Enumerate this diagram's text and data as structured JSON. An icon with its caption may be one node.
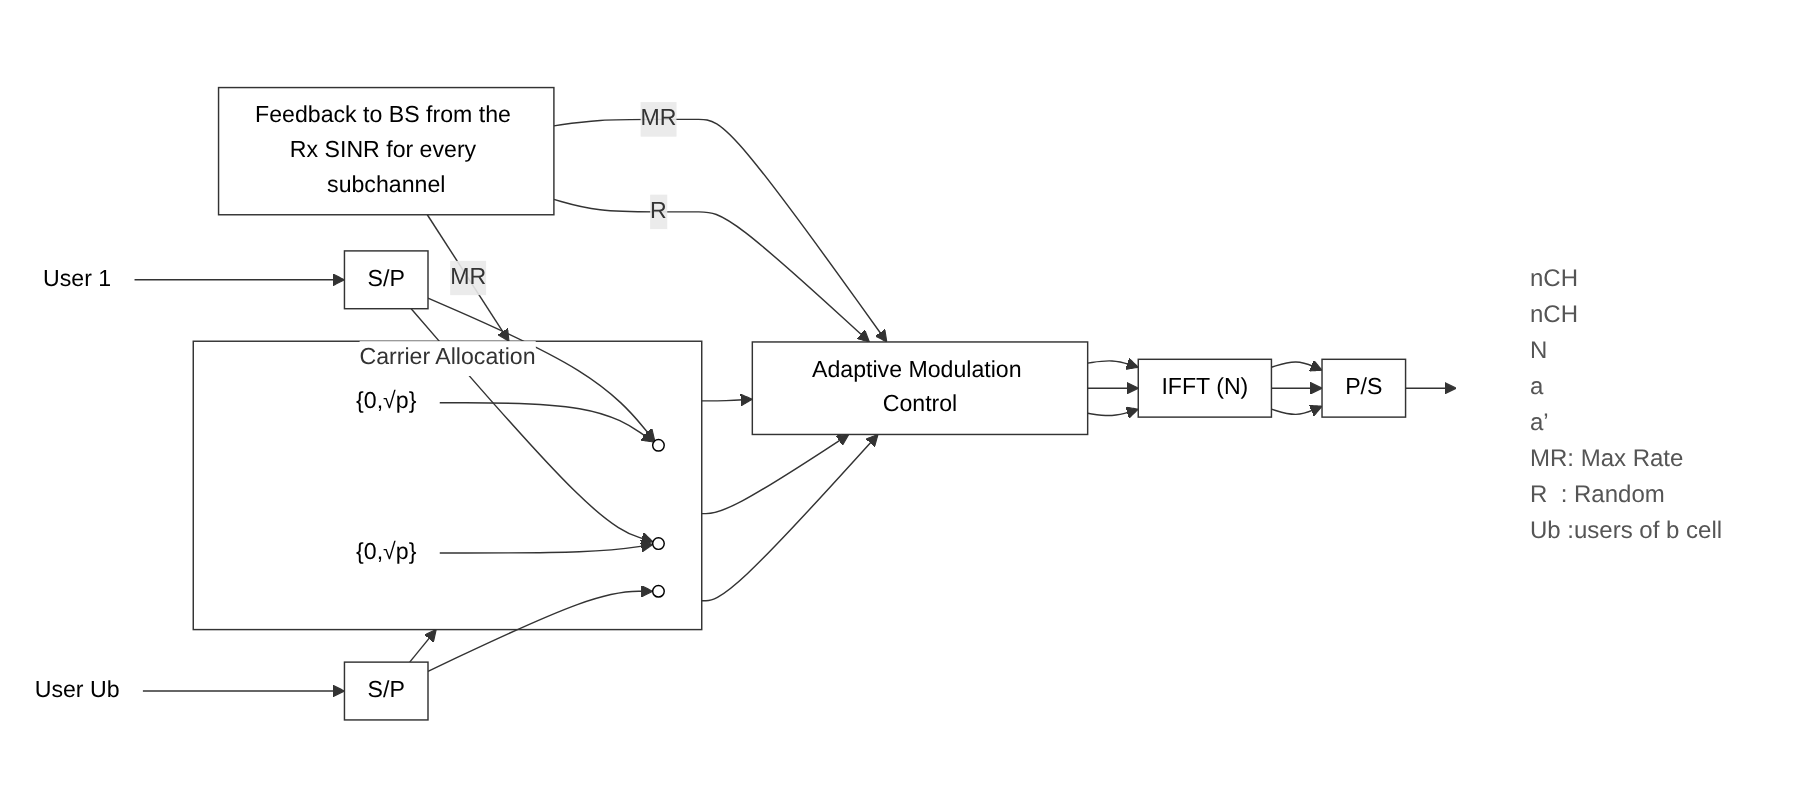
{
  "diagram": {
    "nodes": [
      {
        "text": [
          "User 1"
        ]
      },
      {
        "text": [
          "S/P"
        ]
      },
      {
        "text": [
          "User Ub"
        ]
      },
      {
        "text": [
          "S/P"
        ]
      },
      {
        "text": [
          "Carrier Allocation"
        ]
      },
      {
        "text": [],
        "shape": "circle",
        "in": 4
      },
      {
        "text": [
          "{0,√p}"
        ],
        "in": 4
      },
      {
        "text": [],
        "shape": "circle",
        "in": 4
      },
      {
        "text": [
          "{0,√p}"
        ],
        "in": 4
      },
      {
        "text": [],
        "shape": "circle",
        "in": 4
      },
      {
        "text": [
          "Adaptive Modulation Control"
        ]
      },
      {
        "text": [
          "IFFT (N)"
        ]
      },
      {
        "text": [
          "P/S"
        ]
      },
      {
        "text": [
          "Feedback to BS from the Rx SINR for every subchannel"
        ]
      }
    ],
    "edges": [
      {
        "from": 0,
        "to": 1,
        "arrow": "to"
      },
      {
        "from": 2,
        "to": 3,
        "arrow": "to"
      },
      {
        "from": 1,
        "to": 5,
        "arrow": "to"
      },
      {
        "from": 1,
        "to": 7,
        "arrow": "to"
      },
      {
        "from": 3,
        "to": 4,
        "arrow": "to"
      },
      {
        "from": 3,
        "to": 9,
        "arrow": "to"
      },
      {
        "from": 6,
        "to": 5,
        "arrow": "to"
      },
      {
        "from": 8,
        "to": 7,
        "arrow": "to"
      },
      {
        "from": 4,
        "to": 10,
        "arrow": "to"
      },
      {
        "from": 4,
        "to": 10,
        "arrow": "to"
      },
      {
        "from": 4,
        "to": 10,
        "arrow": "to"
      },
      {
        "from": 10,
        "to": 11,
        "arrow": "to"
      },
      {
        "from": 10,
        "to": 11,
        "arrow": "to"
      },
      {
        "from": 10,
        "to": 11,
        "arrow": "to"
      },
      {
        "from": 11,
        "to": 12,
        "arrow": "to"
      },
      {
        "from": 11,
        "to": 12,
        "arrow": "to"
      },
      {
        "from": 11,
        "to": 12,
        "arrow": "to"
      },
      {
        "from": 12,
        "to": null,
        "arrow": "to"
      },
      {
        "from": 13,
        "to": 4,
        "arrow": "to",
        "label": "MR"
      },
      {
        "from": 13,
        "to": 10,
        "arrow": "to",
        "label": "MR"
      },
      {
        "from": 13,
        "to": 10,
        "arrow": "to",
        "label": "R"
      }
    ],
    "labels": [
      "nCH",
      "nCH",
      "N",
      "a",
      "a’",
      "MR: Max Rate",
      "R  : Random",
      "Ub :users of b cell"
    ]
  }
}
